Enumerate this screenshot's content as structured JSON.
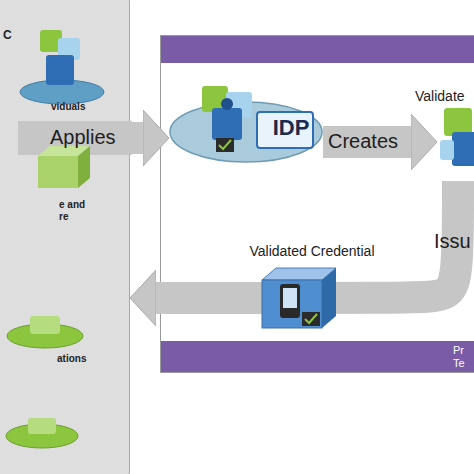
{
  "diagram": {
    "nodes": [
      {
        "text": [
          "C"
        ]
      },
      {
        "text": [
          "viduals"
        ],
        "in": 0
      },
      {
        "text": [
          "e and re"
        ],
        "in": 0
      },
      {
        "text": [
          "ations"
        ],
        "in": 0
      },
      {
        "text": [
          "Pr Te"
        ]
      },
      {
        "text": [
          "IDP"
        ],
        "in": 4
      },
      {
        "text": [
          "Validate"
        ],
        "in": 4
      },
      {
        "text": [
          "Validated Credential"
        ],
        "in": 4
      }
    ],
    "edges": [
      {
        "from": 0,
        "to": 5,
        "arrow": "to",
        "label": "Applies"
      },
      {
        "from": 5,
        "to": 6,
        "arrow": "to",
        "label": "Creates"
      },
      {
        "from": 6,
        "to": 0,
        "arrow": "to",
        "label": "Issu"
      }
    ]
  }
}
